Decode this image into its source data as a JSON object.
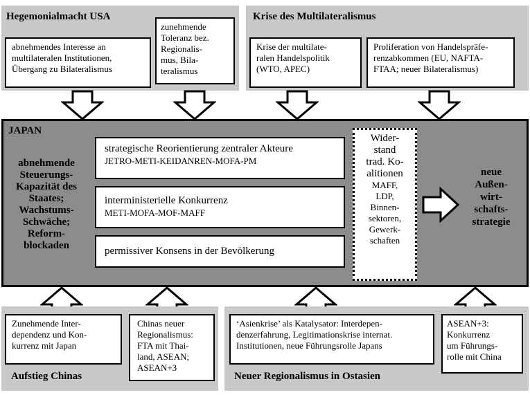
{
  "top_left": {
    "title": "Hegemonialmacht USA",
    "box1": [
      "abnehmendes Interesse an",
      "multilateralen Institutionen,",
      "Übergang zu Bilateralismus"
    ],
    "box2": [
      "zunehmende",
      "Toleranz bez.",
      "Regionalis-",
      "mus, Bila-",
      "teralismus"
    ]
  },
  "top_right": {
    "title": "Krise des Multilateralismus",
    "box1": [
      "Krise der multilate-",
      "ralen Handelspolitik",
      "(WTO, APEC)"
    ],
    "box2": [
      "Proliferation von Handelspräfe-",
      "renzabkommen (EU, NAFTA-",
      "FTAA; neuer Bilateralismus)"
    ]
  },
  "japan": {
    "title": "JAPAN",
    "left_text": [
      "abnehmende",
      "Steuerungs-",
      "Kapazität des",
      "Staates;",
      "Wachstums-",
      "Schwäche;",
      "Reform-",
      "blockaden"
    ],
    "actor1_title": "strategische Reorientierung zentraler Akteure",
    "actor1_sub": "JETRO-METI-KEIDANREN-MOFA-PM",
    "actor2_title": "interministerielle Konkurrenz",
    "actor2_sub": "METI-MOFA-MOF-MAFF",
    "actor3_title": "permissiver Konsens in der Bevölkerung",
    "resistance_title": [
      "Wider-",
      "stand",
      "trad. Ko-",
      "alitionen"
    ],
    "resistance_list": [
      "MAFF,",
      "LDP,",
      "Binnen-",
      "sektoren,",
      "Gewerk-",
      "schaften"
    ],
    "outcome": [
      "neue",
      "Außen-",
      "wirt-",
      "schafts-",
      "strategie"
    ]
  },
  "bottom_left": {
    "title": "Aufstieg Chinas",
    "box1": [
      "Zunehmende Inter-",
      "dependenz und Kon-",
      "kurrenz mit Japan"
    ],
    "box2": [
      "Chinas neuer",
      "Regionalismus:",
      "FTA mit Thai-",
      "land, ASEAN;",
      "ASEAN+3"
    ]
  },
  "bottom_right": {
    "title": "Neuer Regionalismus in Ostasien",
    "box1": [
      "‘Asienkrise’ als Katalysator: Interdepen-",
      "denzerfahrung, Legitimationskrise internat.",
      "Institutionen, neue Führungsrolle Japans"
    ],
    "box2": [
      "ASEAN+3:",
      "Konkurrenz",
      "um Führungs-",
      "rolle mit China"
    ]
  }
}
